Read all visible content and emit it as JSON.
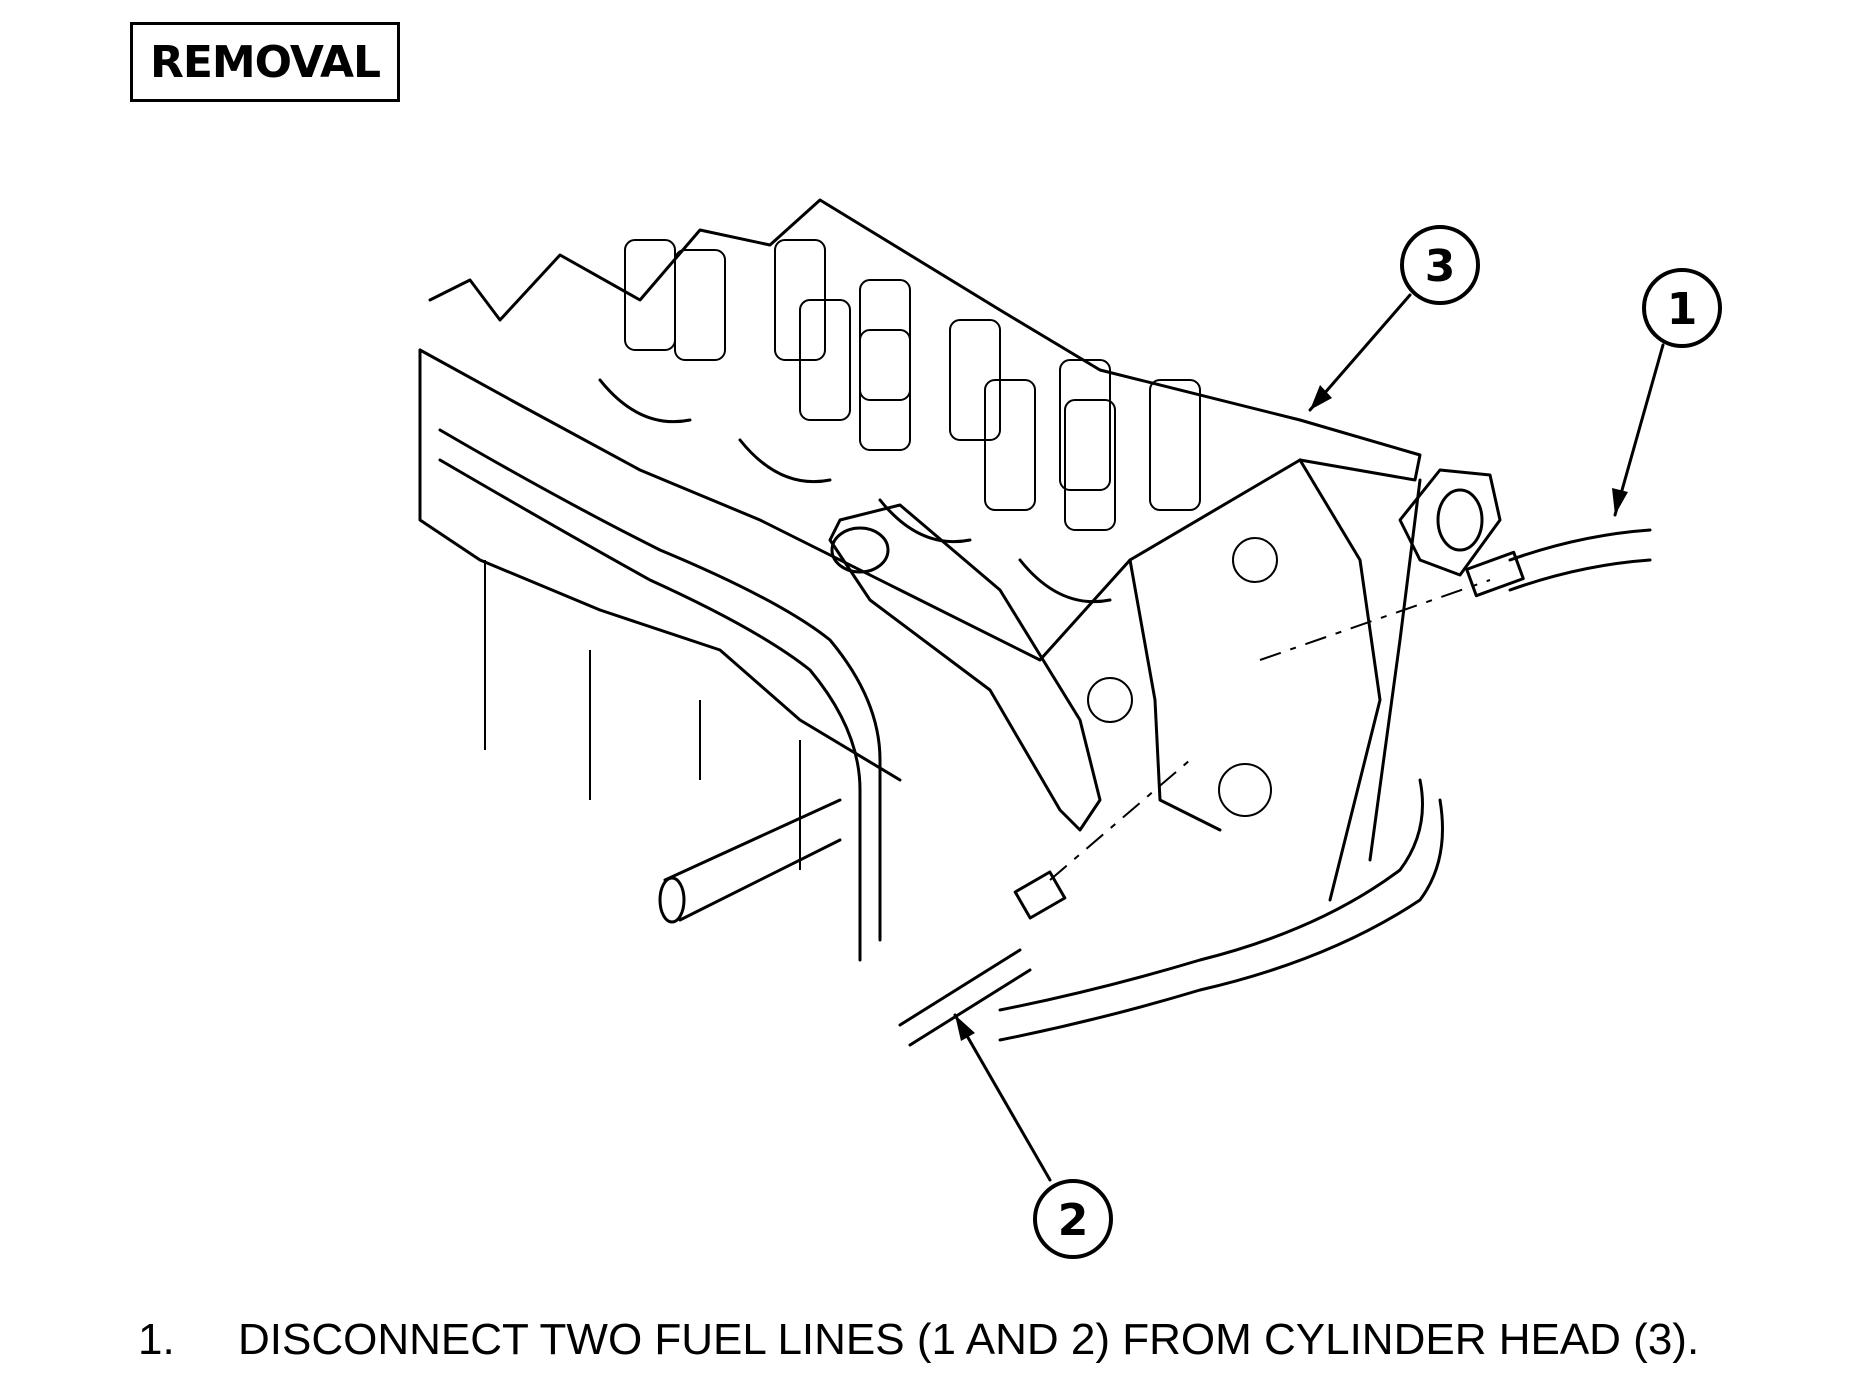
{
  "heading": "REMOVAL",
  "figure": {
    "callouts": [
      {
        "id": "fuel-line-1",
        "label": "1"
      },
      {
        "id": "fuel-line-2",
        "label": "2"
      },
      {
        "id": "cylinder-head",
        "label": "3"
      }
    ]
  },
  "steps": [
    {
      "number": "1.",
      "text": "DISCONNECT TWO FUEL LINES (1 AND 2) FROM CYLINDER HEAD (3)."
    }
  ]
}
